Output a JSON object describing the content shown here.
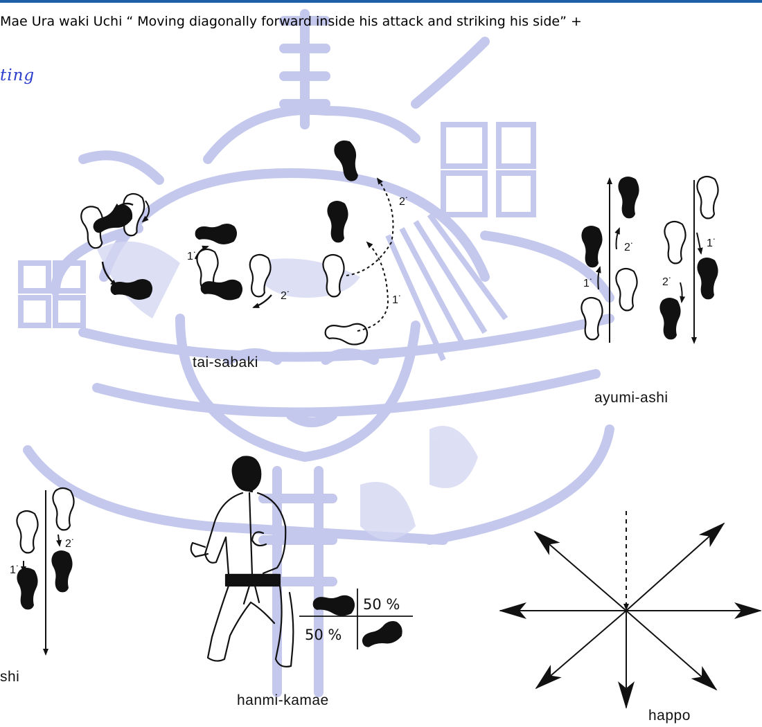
{
  "text": {
    "line1": "Mae Ura waki Uchi  “ Moving diagonally forward inside his attack and striking his side” +",
    "heading_fragment": "ting"
  },
  "labels": {
    "tai_sabaki": "tai-sabaki",
    "ayumi_ashi": "ayumi-ashi",
    "partial_ashi": "shi",
    "hanmi_kamae": "hanmi-kamae",
    "happo": "happo"
  },
  "step_numbers": {
    "one": "1˙",
    "two": "2˙"
  },
  "weight": {
    "front": "50 %",
    "back": "50 %"
  },
  "colors": {
    "watermark": "#b9bde8",
    "heading": "#2a3ccc",
    "ink": "#111111",
    "top_rule": "#1f5fa8"
  },
  "icons": [
    "samurai-watermark",
    "footprint-icon",
    "karateka-figure",
    "arrow-icon"
  ]
}
